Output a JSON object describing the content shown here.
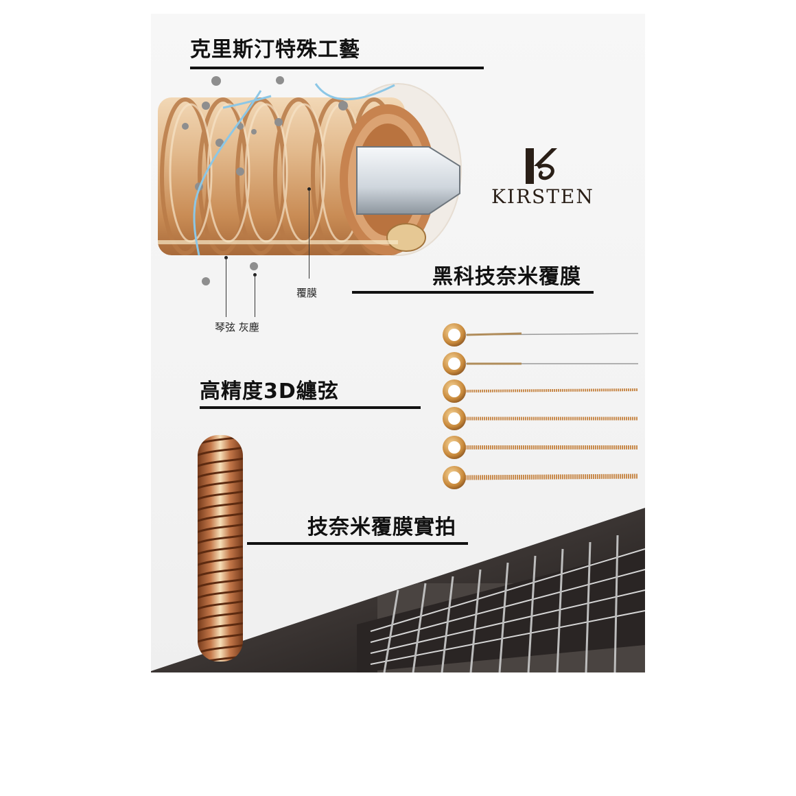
{
  "headings": {
    "craft": "克里斯汀特殊工藝",
    "coating": "黑科技奈米覆膜",
    "winding": "高精度3D纏弦",
    "photo": "技奈米覆膜實拍"
  },
  "labels": {
    "film": "覆膜",
    "string_dust": "琴弦 灰塵"
  },
  "brand": {
    "name": "KIRSTEN",
    "monogram": "KS-monogram-icon"
  },
  "colors": {
    "copper": "#c88a4c",
    "copper_dark": "#8a4a22",
    "gold": "#d6b27a",
    "black": "#111111",
    "guitar_dark": "#2b2624"
  },
  "strings": [
    {
      "type": "plain"
    },
    {
      "type": "plain"
    },
    {
      "type": "wound"
    },
    {
      "type": "wound"
    },
    {
      "type": "wound"
    },
    {
      "type": "wound"
    }
  ]
}
